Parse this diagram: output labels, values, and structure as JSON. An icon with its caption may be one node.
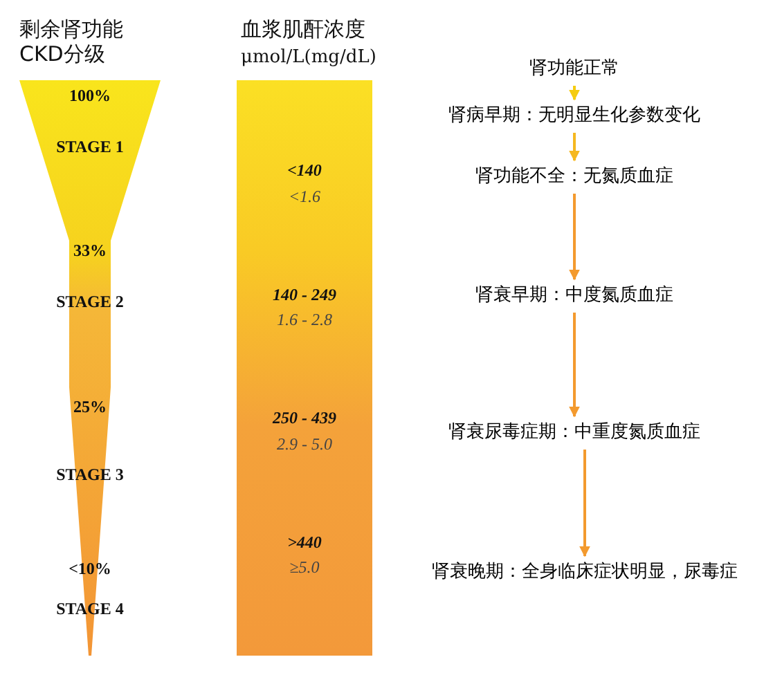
{
  "diagram": {
    "nodes": [
      {
        "text": [
          "剩余肾功能",
          "CKD分级",
          "100%",
          "STAGE 1",
          "33%",
          "STAGE 2",
          "25%",
          "STAGE 3",
          "<10%",
          "STAGE 4"
        ]
      },
      {
        "text": [
          "血浆肌酐浓度",
          "μmol/L(mg/dL)",
          "<140",
          "<1.6",
          "140 - 249",
          "1.6 - 2.8",
          "250 - 439",
          "2.9 - 5.0",
          ">440",
          "≥5.0"
        ]
      },
      {
        "text": [
          "肾功能正常"
        ]
      },
      {
        "text": [
          "肾病早期：无明显生化参数变化"
        ]
      },
      {
        "text": [
          "肾功能不全：无氮质血症"
        ]
      },
      {
        "text": [
          "肾衰早期：中度氮质血症"
        ]
      },
      {
        "text": [
          "肾衰尿毒症期：中重度氮质血症"
        ]
      },
      {
        "text": [
          "肾衰晚期：全身临床症状明显，尿毒症"
        ]
      }
    ],
    "edges": [
      {
        "from": 2,
        "to": 3,
        "arrow": "to",
        "color": "#f5cc10"
      },
      {
        "from": 3,
        "to": 4,
        "arrow": "to",
        "color": "#f5b820"
      },
      {
        "from": 4,
        "to": 5,
        "arrow": "to"
      },
      {
        "from": 5,
        "to": 6,
        "arrow": "to"
      },
      {
        "from": 6,
        "to": 7,
        "arrow": "to"
      }
    ]
  }
}
